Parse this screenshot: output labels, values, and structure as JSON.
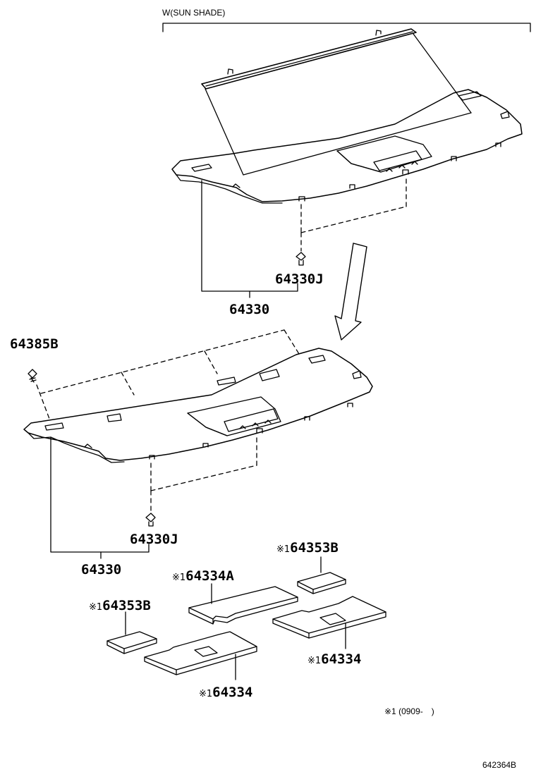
{
  "header": {
    "variant_label": "W(SUN SHADE)"
  },
  "labels": {
    "clip_upper": "64330J",
    "shelf_upper": "64330",
    "screw": "64385B",
    "clip_lower": "64330J",
    "shelf_lower": "64330",
    "pad_top_right": "64353B",
    "panel_center": "64334A",
    "pad_left": "64353B",
    "panel_right": "64334",
    "panel_left": "64334"
  },
  "footnote_marker": "※1",
  "footnote": {
    "marker": "※1",
    "text": "(0909-　)"
  },
  "diagram_code": "642364B"
}
